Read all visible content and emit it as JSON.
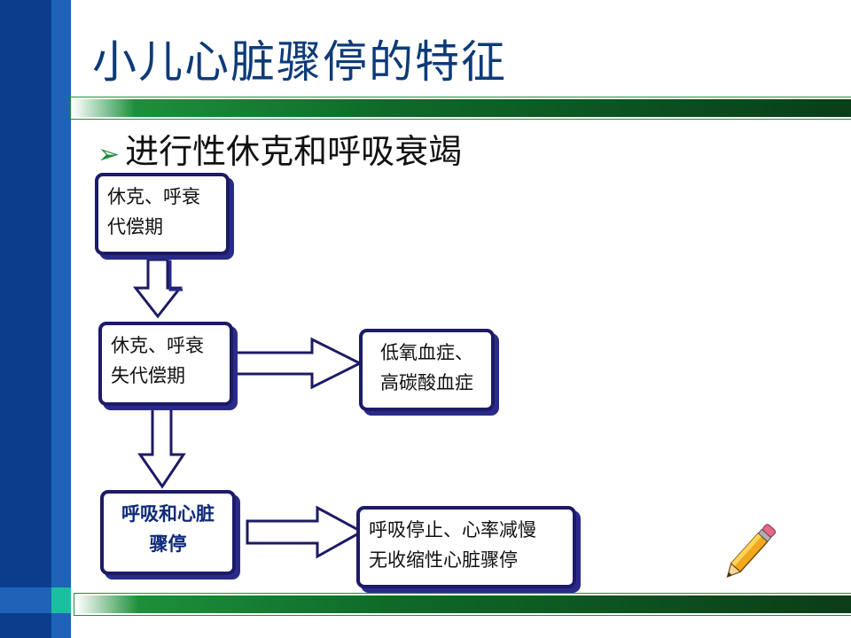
{
  "slide": {
    "title": "小儿心脏骤停的特征",
    "bullet": "进行性休克和呼吸衰竭"
  },
  "flow": {
    "box1": {
      "line1": "休克、呼衰",
      "line2": "代偿期"
    },
    "box2": {
      "line1": "休克、呼衰",
      "line2": "失代偿期"
    },
    "box3": {
      "line1": "低氧血症、",
      "line2": "高碳酸血症"
    },
    "box4": {
      "line1": "呼吸和心脏",
      "line2": "骤停"
    },
    "box5": {
      "line1": "呼吸停止、心率减慢",
      "line2": "无收缩性心脏骤停"
    }
  },
  "colors": {
    "sidebar": "#0a3e8c",
    "accent_bar": "#0f6a2a",
    "title": "#0d3b78",
    "box_border": "#1b1b66"
  },
  "icons": [
    "bullet-arrow-icon",
    "pencil-icon"
  ]
}
